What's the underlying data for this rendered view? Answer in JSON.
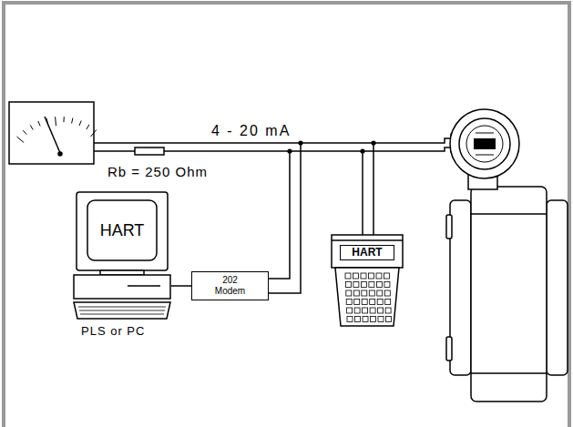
{
  "diagram": {
    "nodes": [
      {
        "text": [
          "HART"
        ]
      },
      {
        "text": [
          "202 Modem"
        ]
      },
      {
        "text": [
          "HART"
        ]
      }
    ],
    "edges": [
      {
        "from": 0,
        "to": 1,
        "arrow": "none"
      }
    ],
    "labels": [
      "4 - 20 mA",
      "Rb = 250 Ohm",
      "PLS or PC"
    ]
  }
}
